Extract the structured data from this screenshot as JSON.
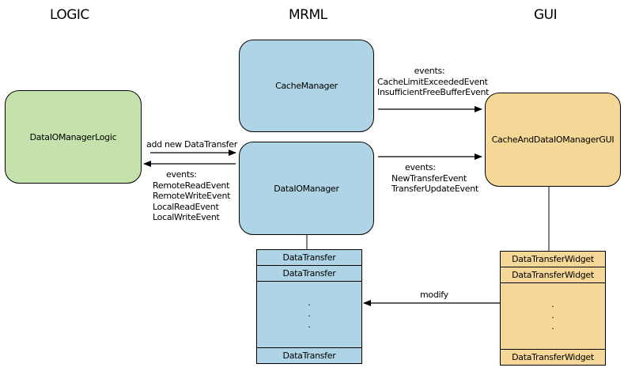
{
  "columns": {
    "logic": "LOGIC",
    "mrml": "MRML",
    "gui": "GUI"
  },
  "nodes": {
    "logic": "DataIOManagerLogic",
    "cache_manager": "CacheManager",
    "data_io_manager": "DataIOManager",
    "gui": "CacheAndDataIOManagerGUI"
  },
  "data_transfer_list": {
    "items": [
      "DataTransfer",
      "DataTransfer"
    ],
    "ellipsis": [
      ".",
      ".",
      "."
    ],
    "last": "DataTransfer"
  },
  "widget_list": {
    "items": [
      "DataTransferWidget",
      "DataTransferWidget"
    ],
    "ellipsis": [
      ".",
      ".",
      "."
    ],
    "last": "DataTransferWidget"
  },
  "edges": {
    "logic_to_io": "add new DataTransfer",
    "io_to_logic": {
      "title": "events:",
      "events": [
        "RemoteReadEvent",
        "RemoteWriteEvent",
        "LocalReadEvent",
        "LocalWriteEvent"
      ]
    },
    "cache_to_gui": {
      "title": "events:",
      "events": [
        "CacheLimitExceededEvent",
        "InsufficientFreeBufferEvent"
      ]
    },
    "io_to_gui": {
      "title": "events:",
      "events": [
        "NewTransferEvent",
        "TransferUpdateEvent"
      ]
    },
    "widget_to_transfer": "modify"
  },
  "colors": {
    "mrml_fill": "#aed4e5",
    "logic_fill": "#c5e2ac",
    "gui_fill": "#f5d897"
  }
}
